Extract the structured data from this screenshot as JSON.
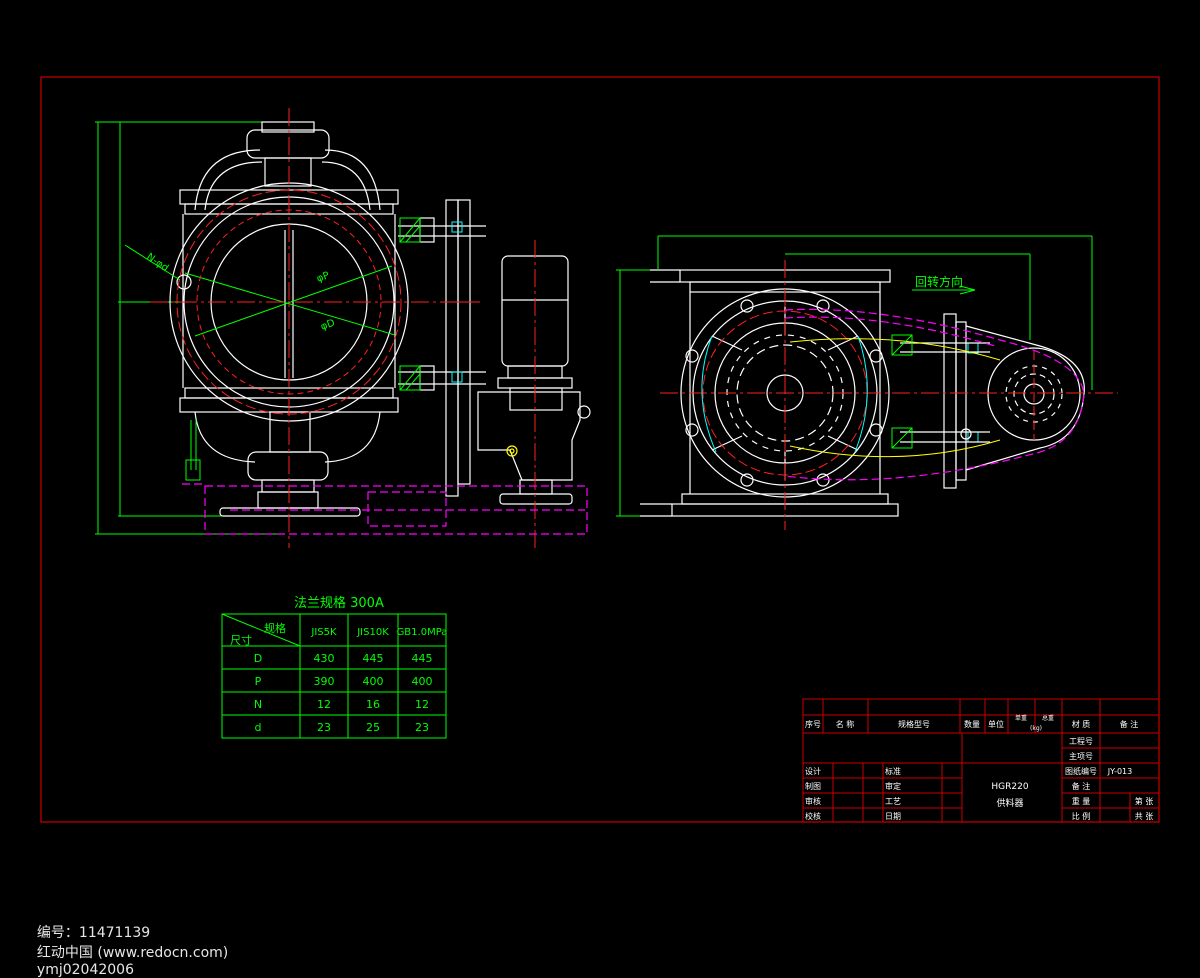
{
  "flange_table": {
    "title": "法兰规格 300A",
    "header_spec": "规格",
    "header_size": "尺寸",
    "columns": [
      "JIS5K",
      "JIS10K",
      "GB1.0MPa"
    ],
    "rows": [
      {
        "label": "D",
        "values": [
          "430",
          "445",
          "445"
        ]
      },
      {
        "label": "P",
        "values": [
          "390",
          "400",
          "400"
        ]
      },
      {
        "label": "N",
        "values": [
          "12",
          "16",
          "12"
        ]
      },
      {
        "label": "d",
        "values": [
          "23",
          "25",
          "23"
        ]
      }
    ]
  },
  "annotations": {
    "rotation_direction": "回转方向",
    "dim_bolts": "N-φd",
    "dim_p": "φP",
    "dim_d": "φD"
  },
  "title_block": {
    "headers": [
      "序号",
      "名 称",
      "规格型号",
      "数量",
      "单位",
      "单重",
      "总重",
      "材 质",
      "备 注"
    ],
    "weight_unit": "(kg)",
    "left_labels": [
      "设计",
      "制图",
      "审核",
      "校核"
    ],
    "mid_labels": [
      "标准",
      "审定",
      "工艺",
      "日期"
    ],
    "product_code": "HGR220",
    "product_name": "供料器",
    "right_labels": [
      "工程号",
      "主项号",
      "图纸编号",
      "备 注",
      "重 量",
      "比 例"
    ],
    "drawing_number": "JY-013",
    "sheet_labels": [
      "第 张",
      "共 张"
    ]
  },
  "caption": {
    "id": "编号：11471139",
    "site": "红动中国 (www.redocn.com)",
    "author": "ymj02042006"
  },
  "colors": {
    "background": "#000000",
    "frame": "#cc0000",
    "outline": "#ffffff",
    "centerline": "#ff2020",
    "dimension": "#00ff00",
    "hidden": "#ff00ff",
    "table": "#00ff00",
    "flow": "#00ffff"
  }
}
